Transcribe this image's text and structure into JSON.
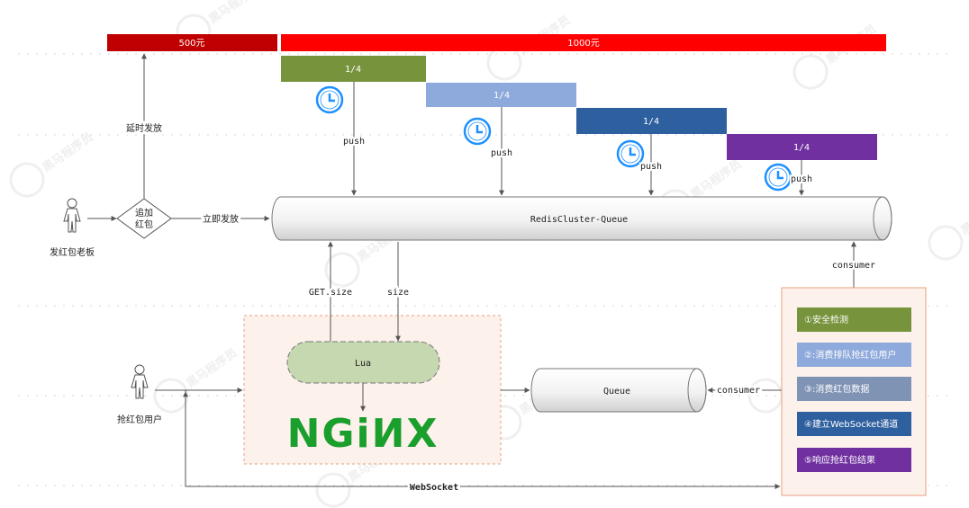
{
  "budget": {
    "first_label": "500元",
    "second_label": "1000元",
    "first_color": "#c00000",
    "second_color": "#ff0000"
  },
  "slices": [
    {
      "label": "1/4",
      "push_label": "push",
      "color": "#77933c"
    },
    {
      "label": "1/4",
      "push_label": "push",
      "color": "#8ea9db"
    },
    {
      "label": "1/4",
      "push_label": "push",
      "color": "#2e5f9e"
    },
    {
      "label": "1/4",
      "push_label": "push",
      "color": "#7030a0"
    }
  ],
  "sender": {
    "name": "发红包老板",
    "decision_line1": "追加",
    "decision_line2": "红包",
    "delayed_label": "延时发放",
    "immediate_label": "立即发放"
  },
  "queue": {
    "redis_label": "RedisCluster-Queue",
    "get_size_label": "GET.size",
    "size_label": "size",
    "consumer_label": "consumer"
  },
  "receiver": {
    "name": "抢红包用户"
  },
  "nginx": {
    "lua_label": "Lua",
    "logo_text": "NGiИX",
    "logo_color": "#1a9e2c"
  },
  "local_queue": {
    "label": "Queue",
    "consumer_label": "consumer"
  },
  "steps": [
    {
      "label": "①安全检测",
      "color": "#77933c"
    },
    {
      "label": "②:消费排队抢红包用户",
      "color": "#8ea9db"
    },
    {
      "label": "③:消费红包数据",
      "color": "#7f93b5"
    },
    {
      "label": "④建立WebSocket通道",
      "color": "#2e5f9e"
    },
    {
      "label": "⑤响应抢红包结果",
      "color": "#7030a0"
    }
  ],
  "websocket": {
    "label": "WebSocket"
  },
  "icons": {
    "clock": "clock-icon",
    "person": "person-icon"
  }
}
